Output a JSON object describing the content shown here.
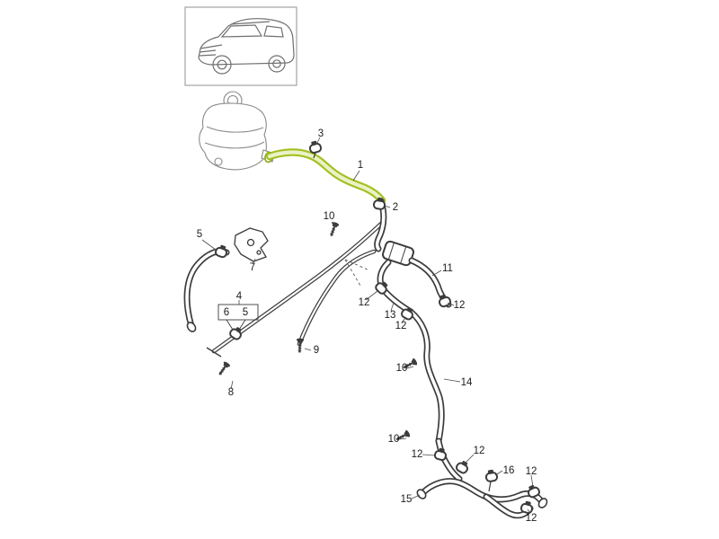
{
  "page": {
    "background": "#ffffff"
  },
  "diagram": {
    "kind": "exploded-parts-diagram",
    "highlight_color": "#a3c021",
    "line_color": "#3c3c3c",
    "part_labels": [
      "3",
      "1",
      "2",
      "10",
      "5",
      "7",
      "4",
      "6",
      "5",
      "11",
      "12",
      "13",
      "12",
      "12",
      "9",
      "8",
      "10",
      "14",
      "10",
      "12",
      "12",
      "16",
      "12",
      "15",
      "12"
    ]
  }
}
